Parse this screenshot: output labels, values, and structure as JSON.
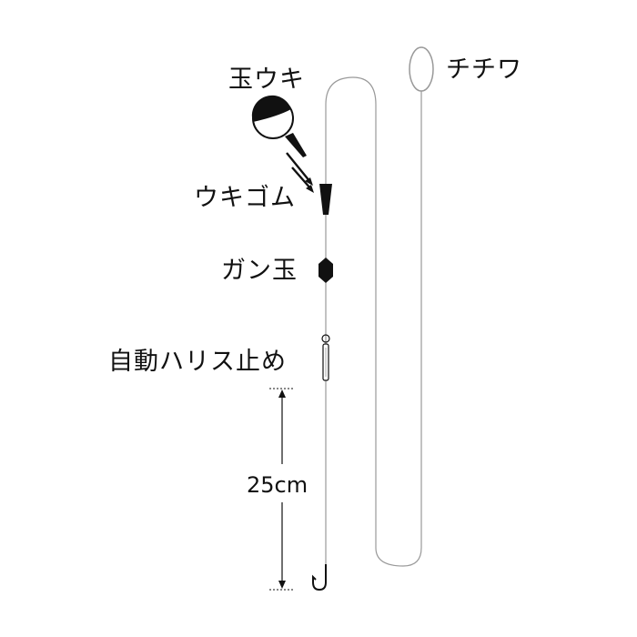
{
  "labels": {
    "float": "玉ウキ",
    "float_stopper": "ウキゴム",
    "sinker": "ガン玉",
    "auto_leader_stopper": "自動ハリス止め",
    "chichiwa": "チチワ",
    "leader_length": "25cm"
  },
  "colors": {
    "line": "#999999",
    "ink": "#111111",
    "float_shell": "#ffffff"
  }
}
